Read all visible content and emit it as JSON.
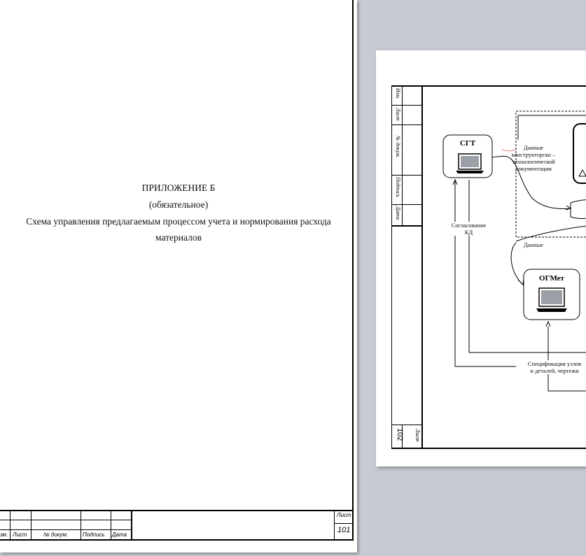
{
  "page1": {
    "heading": "ПРИЛОЖЕНИЕ Б",
    "subheading": "(обязательное)",
    "caption_line1": "Схема управления предлагаемым процессом учета и нормирования расхода",
    "caption_line2": "материалов",
    "stamp": {
      "izm": "зм.",
      "list": "Лист",
      "doc_no": "№ докум.",
      "signature": "Подпись",
      "date": "Дата",
      "sheet_label": "Лист",
      "sheet_no": "101"
    }
  },
  "page2": {
    "sidebar": {
      "izm": "Изм.",
      "list": "Лист",
      "doc_no": "№ докум.",
      "signature": "Подпись",
      "date": "Дата",
      "sheet_label": "Лист",
      "sheet_no": "102"
    },
    "nodes": {
      "sgt": "СГТ",
      "ogmet": "ОГМет"
    },
    "labels": {
      "kd_data_1": "Данные",
      "kd_data_2": "конструкторско –",
      "kd_data_3": "технологической",
      "kd_data_4": "документации",
      "approval_1": "Согласование",
      "approval_2": "КД",
      "data": "Данные",
      "spec_1": "Спецификация  узлов",
      "spec_2": "и деталей,  чертежи"
    }
  }
}
